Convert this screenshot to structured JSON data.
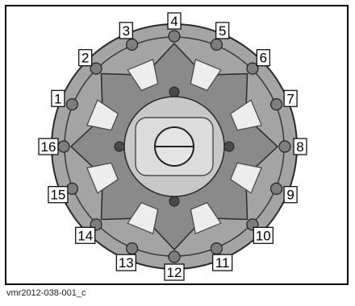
{
  "figure": {
    "caption": "vmr2012-038-001_c",
    "bolt_labels": [
      "1",
      "2",
      "3",
      "4",
      "5",
      "6",
      "7",
      "8",
      "9",
      "10",
      "11",
      "12",
      "13",
      "14",
      "15",
      "16"
    ]
  },
  "colors": {
    "outer_ring": "#a4a4a4",
    "ring_border": "#2a2a2a",
    "spokes": "#8a8a8a",
    "spoke_shadow": "#5e5e5e",
    "window_light": "#ededed",
    "hub": "#c8c8c8",
    "bolt": "#7d7d7d",
    "label_box": "#ffffff"
  }
}
